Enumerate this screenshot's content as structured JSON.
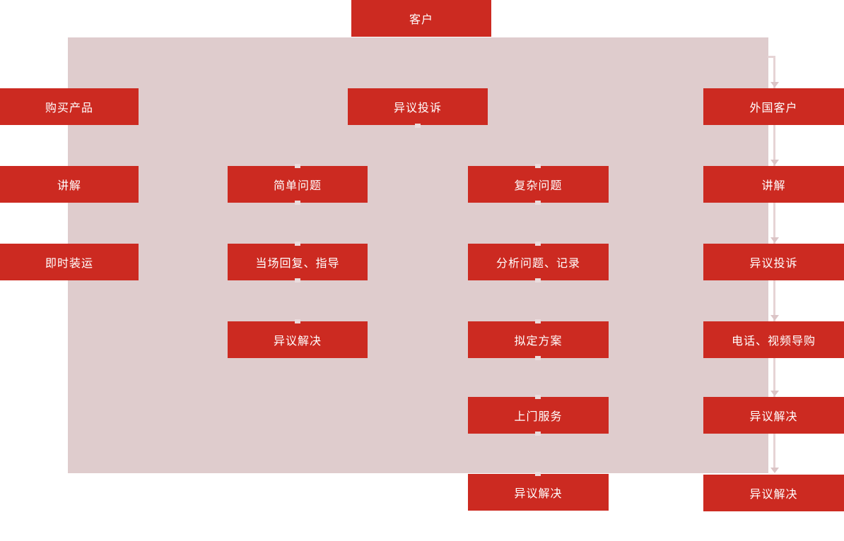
{
  "palette": {
    "node_red": "#cc2a21",
    "panel_pink": "#dfcccd",
    "connector_pink": "#e6d4d5",
    "arrow_pink": "#dcc5c7",
    "text_white": "#ffffff"
  },
  "nodes": {
    "customer": "客户",
    "left": [
      "购买产品",
      "讲解",
      "即时装运"
    ],
    "col2": [
      "简单问题",
      "当场回复、指导",
      "异议解决"
    ],
    "complaint": "异议投诉",
    "col3": [
      "复杂问题",
      "分析问题、记录",
      "拟定方案",
      "上门服务",
      "异议解决"
    ],
    "right": [
      "外国客户",
      "讲解",
      "异议投诉",
      "电话、视频导购",
      "异议解决",
      "异议解决"
    ]
  }
}
